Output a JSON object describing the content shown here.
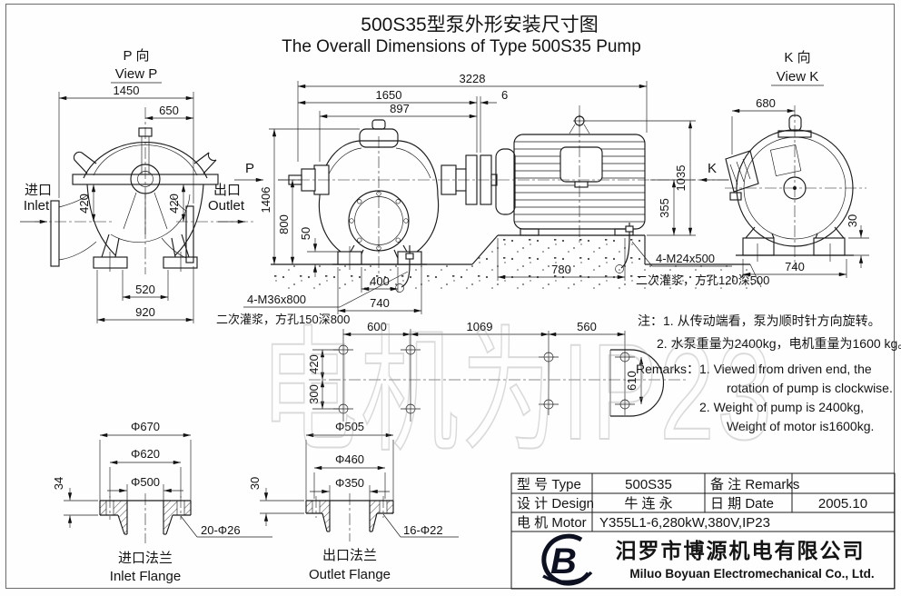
{
  "title": {
    "zh": "500S35型泵外形安装尺寸图",
    "en": "The Overall Dimensions of Type 500S35 Pump"
  },
  "watermark": "电机为IP23",
  "view_p": {
    "label_zh": "P 向",
    "label_en": "View P",
    "inlet_zh": "进口",
    "inlet_en": "Inlet",
    "outlet_zh": "出口",
    "outlet_en": "Outlet",
    "dim_1450": "1450",
    "dim_650": "650",
    "dim_420_left": "420",
    "dim_420_right": "420",
    "dim_520": "520",
    "dim_920": "920"
  },
  "main_view": {
    "p_label": "P",
    "k_label": "K",
    "dim_3228": "3228",
    "dim_1650": "1650",
    "dim_897": "897",
    "dim_6": "6",
    "dim_1406": "1406",
    "dim_800": "800",
    "dim_50": "50",
    "dim_400": "400",
    "dim_740": "740",
    "dim_780": "780",
    "dim_355": "355",
    "dim_1035": "1035",
    "anchor_left_line1": "4-M36x800",
    "anchor_left_line2": "二次灌浆，方孔150深800",
    "anchor_right_line1": "4-M24x500",
    "anchor_right_line2": "二次灌浆，方孔120深500"
  },
  "view_k": {
    "label_zh": "K 向",
    "label_en": "View K",
    "dim_680": "680",
    "dim_740": "740",
    "dim_30": "30"
  },
  "foundation_plan": {
    "dim_600": "600",
    "dim_1069": "1069",
    "dim_560": "560",
    "dim_420": "420",
    "dim_300": "300",
    "dim_610": "610"
  },
  "inlet_flange": {
    "dim_od": "Φ670",
    "dim_bolt_circle": "Φ620",
    "dim_bore": "Φ500",
    "dim_thickness": "34",
    "holes": "20-Φ26",
    "label_zh": "进口法兰",
    "label_en": "Inlet Flange"
  },
  "outlet_flange": {
    "dim_od": "Φ505",
    "dim_bolt_circle": "Φ460",
    "dim_bore": "Φ350",
    "dim_thickness": "30",
    "holes": "16-Φ22",
    "label_zh": "出口法兰",
    "label_en": "Outlet Flange"
  },
  "notes": {
    "zh1": "注：1. 从传动端看，泵为顺时针方向旋转。",
    "zh2": "2. 水泵重量为2400kg，电机重量为1600 kg。",
    "en1": "Remarks：1. Viewed from driven end, the",
    "en2": "rotation of pump is  clockwise.",
    "en3": "2. Weight of pump is 2400kg,",
    "en4": "Weight of motor is1600kg."
  },
  "title_block": {
    "type_label": "型 号 Type",
    "type_value": "500S35",
    "remarks_label": "备 注 Remarks",
    "remarks_value": "",
    "design_label": "设 计 Design",
    "design_value": "牛 连 永",
    "date_label": "日 期 Date",
    "date_value": "2005.10",
    "motor_label": "电 机 Motor",
    "motor_value": "Y355L1-6,280kW,380V,IP23"
  },
  "company": {
    "logo_letter": "B",
    "name_zh": "汨罗市博源机电有限公司",
    "name_en": "Miluo Boyuan Electromechanical Co., Ltd."
  },
  "colors": {
    "line": "#1b1b1b",
    "watermark": "#9a9a9a",
    "logo": "#0d1020"
  }
}
